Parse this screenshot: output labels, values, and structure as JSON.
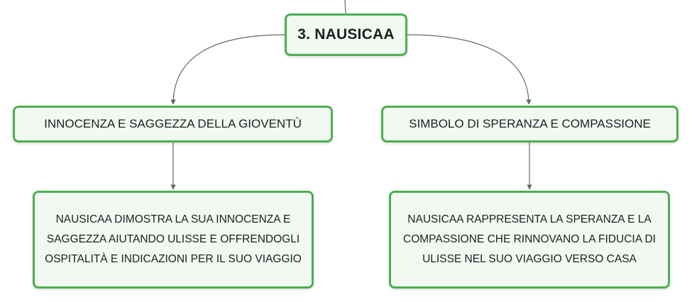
{
  "diagram": {
    "root": {
      "label": "3. NAUSICAA"
    },
    "branches": [
      {
        "topic": "INNOCENZA E SAGGEZZA DELLA GIOVENTÙ",
        "detail": "NAUSICAA DIMOSTRA LA SUA INNOCENZA E SAGGEZZA AIUTANDO ULISSE E OFFRENDOGLI OSPITALITÀ E INDICAZIONI PER IL SUO VIAGGIO"
      },
      {
        "topic": "SIMBOLO DI SPERANZA E COMPASSIONE",
        "detail": "NAUSICAA RAPPRESENTA LA SPERANZA E LA COMPASSIONE CHE RINNOVANO LA FIDUCIA DI ULISSE NEL SUO VIAGGIO VERSO CASA"
      }
    ],
    "colors": {
      "border": "#4caf50",
      "fill": "#f1f9f2",
      "connector": "#666666"
    }
  }
}
